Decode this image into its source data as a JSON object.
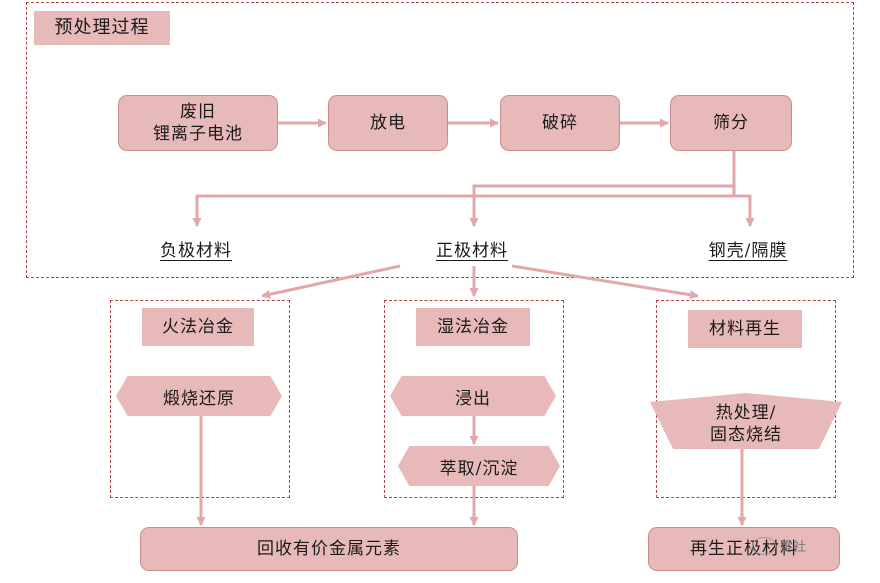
{
  "stage_label": "预处理过程",
  "flow_nodes": [
    "废旧\n锂离子电池",
    "放电",
    "破碎",
    "筛分"
  ],
  "outputs": {
    "left": "负极材料",
    "center": "正极材料",
    "right": "钢壳/隔膜"
  },
  "methods": {
    "pyro": {
      "title": "火法冶金",
      "step": "煅烧还原"
    },
    "hydro": {
      "title": "湿法冶金",
      "steps": [
        "浸出",
        "萃取/沉淀"
      ]
    },
    "regen": {
      "title": "材料再生",
      "step": "热处理/\n固态烧结"
    }
  },
  "results": {
    "metals": "回收有价金属元素",
    "cathode": "再生正极材料"
  },
  "watermark": "零社"
}
